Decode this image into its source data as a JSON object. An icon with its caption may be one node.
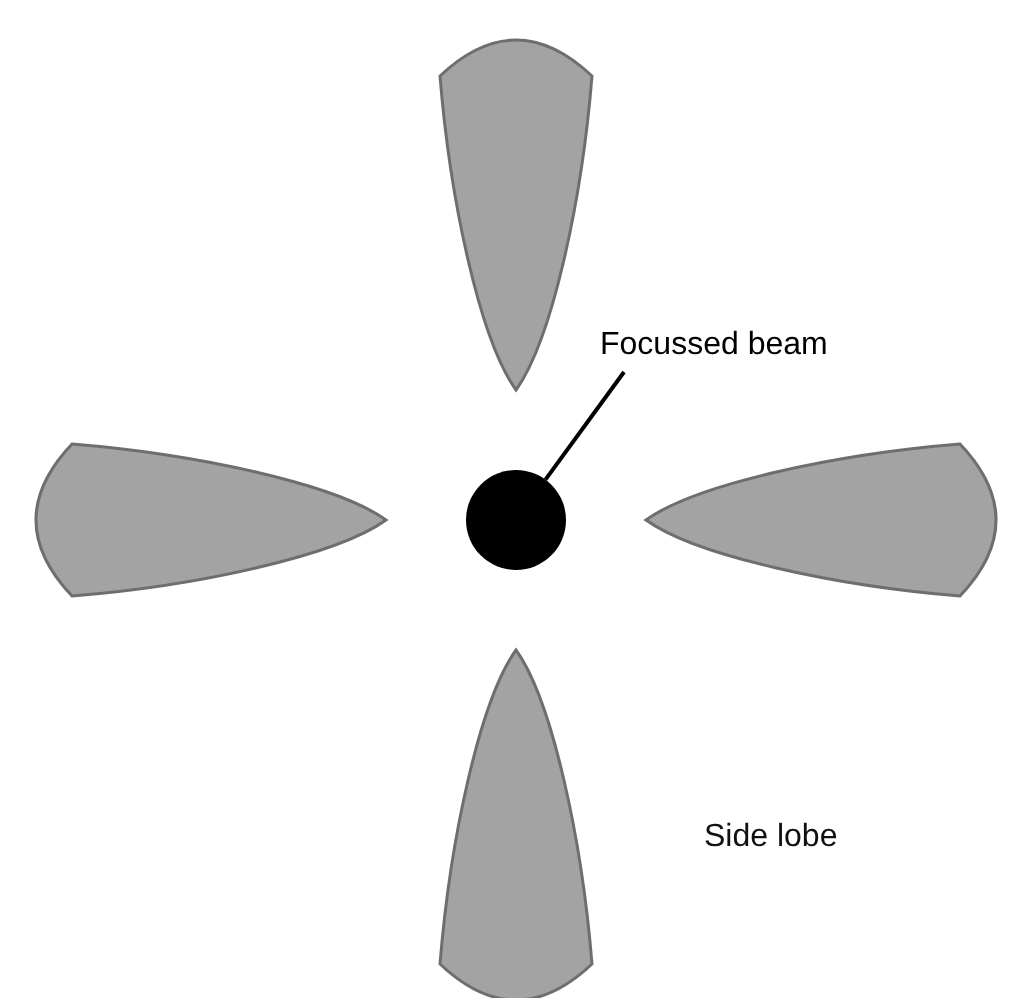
{
  "diagram": {
    "nodes": [
      {
        "text": [
          "Focussed beam"
        ]
      },
      {
        "text": [],
        "shape": "circle"
      }
    ],
    "edges": [
      {
        "from": 0,
        "to": 1,
        "arrow": "none"
      }
    ],
    "labels": [
      "Side lobe"
    ]
  }
}
